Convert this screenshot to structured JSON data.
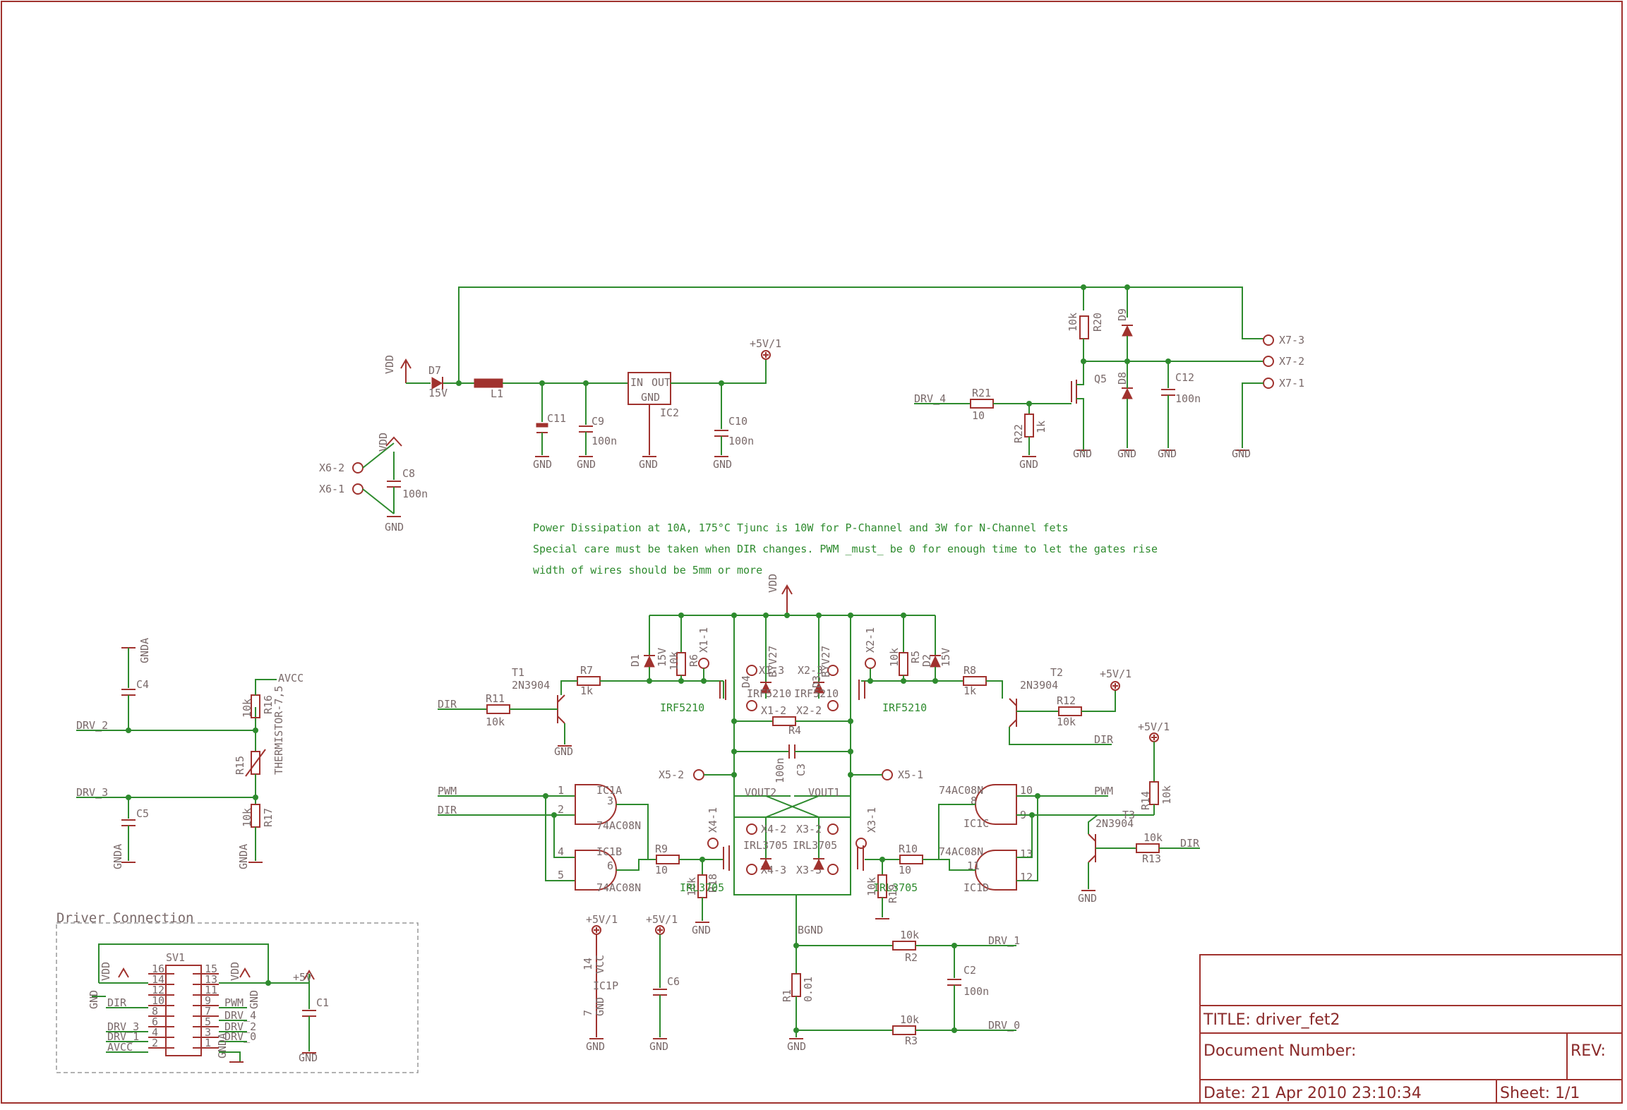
{
  "notes": [
    "Power Dissipation at 10A, 175°C Tjunc is 10W for P-Channel and 3W for N-Channel fets",
    "Special care must be taken when DIR changes. PWM _must_ be 0 for enough time to let the gates rise",
    "width of wires should be 5mm or more"
  ],
  "title_block": {
    "title": "TITLE:  driver_fet2",
    "doc_number": "Document Number:",
    "rev": "REV:",
    "date": "Date: 21 Apr 2010 23:10:34",
    "sheet": "Sheet: 1/1"
  },
  "group_box": {
    "label": "Driver Connection"
  },
  "power_section": {
    "vdd": "VDD",
    "d7": "D7",
    "d7_val": "15V",
    "l1": "L1",
    "c11": "C11",
    "c9": "C9",
    "c9_val": "100n",
    "ic2": "IC2",
    "ic2_in": "IN",
    "ic2_out": "OUT",
    "ic2_gnd": "GND",
    "plus5v": "+5V/1",
    "c10": "C10",
    "c10_val": "100n",
    "gnd": "GND"
  },
  "x6_section": {
    "x6_2": "X6-2",
    "x6_1": "X6-1",
    "vdd": "VDD",
    "c8": "C8",
    "c8_val": "100n",
    "gnd": "GND"
  },
  "x7_section": {
    "r20": "R20",
    "r20_val": "10k",
    "d9": "D9",
    "q5": "Q5",
    "d8": "D8",
    "c12": "C12",
    "c12_val": "100n",
    "drv4": "DRV_4",
    "r21": "R21",
    "r21_val": "10",
    "r22": "R22",
    "r22_val": "1k",
    "x7_3": "X7-3",
    "x7_2": "X7-2",
    "x7_1": "X7-1",
    "gnd": "GND"
  },
  "hbridge": {
    "vdd": "VDD",
    "d1": "D1",
    "d1_val": "15V",
    "r6": "R6",
    "r6_val": "10k",
    "x1_1": "X1-1",
    "r7": "R7",
    "r7_val": "1k",
    "t1": "T1",
    "t1_type": "2N3904",
    "r11": "R11",
    "r11_val": "10k",
    "dir": "DIR",
    "q1_type": "IRF5210",
    "gnd": "GND",
    "d2": "D2",
    "d2_val": "15V",
    "r5": "R5",
    "r5_val": "10k",
    "x2_1": "X2-1",
    "r8": "R8",
    "r8_val": "1k",
    "t2": "T2",
    "t2_type": "2N3904",
    "plus5v": "+5V/1",
    "r12": "R12",
    "r12_val": "10k",
    "q2_type": "IRF5210",
    "x1_3": "X1-3",
    "x2_3": "X2-3",
    "x1_2": "X1-2",
    "x2_2": "X2-2",
    "byv27a": "BYV27",
    "byv27b": "BYV27",
    "irf_a": "IRF5210",
    "irf_b": "IRF5210",
    "d4": "D4",
    "d3": "D3",
    "r4": "R4",
    "c3": "C3",
    "c3_val": "100n",
    "x5_2": "X5-2",
    "x5_1": "X5-1",
    "vout2": "VOUT2",
    "vout1": "VOUT1",
    "x4_1": "X4-1",
    "x4_2": "X4-2",
    "x4_3": "X4-3",
    "x3_1": "X3-1",
    "x3_2": "X3-2",
    "x3_3": "X3-3",
    "irl_a": "IRL3705",
    "irl_b": "IRL3705",
    "irl_c": "IRL3705",
    "irl_d": "IRL3705",
    "r9": "R9",
    "r9_val": "10",
    "r10": "R10",
    "r10_val": "10",
    "r18": "R18",
    "r18_val": "10k",
    "r19": "R19",
    "r19_val": "10k",
    "bgnd": "BGND",
    "r1": "R1",
    "r1_val": "0.01",
    "r2": "R2",
    "r2_val": "10k",
    "r3": "R3",
    "r3_val": "10k",
    "c2": "C2",
    "c2_val": "100n",
    "drv1": "DRV_1",
    "drv0": "DRV_0"
  },
  "logic": {
    "pwm": "PWM",
    "dir": "DIR",
    "ic1a": "IC1A",
    "ic1b": "IC1B",
    "ic1c": "IC1C",
    "ic1d": "IC1D",
    "part": "74AC08N",
    "t3": "T3",
    "t3_type": "2N3904",
    "r13": "R13",
    "r13_val": "10k",
    "r14": "R14",
    "r14_val": "10k",
    "plus5v": "+5V/1",
    "pins": [
      "1",
      "2",
      "3",
      "4",
      "5",
      "6",
      "8",
      "9",
      "10",
      "11",
      "12",
      "13"
    ]
  },
  "left_section": {
    "gnda": "GNDA",
    "c4": "C4",
    "c5": "C5",
    "drv2": "DRV_2",
    "drv3": "DRV_3",
    "r16": "R16",
    "r16_val": "10k",
    "r15": "R15",
    "r15_val": "THERMISTOR-7,5",
    "r17": "R17",
    "r17_val": "10k",
    "avcc": "AVCC"
  },
  "ic1p": {
    "plus5v": "+5V/1",
    "name": "IC1P",
    "vcc": "VCC",
    "gnd_pin": "GND",
    "pin14": "14",
    "pin7": "7",
    "c6": "C6",
    "gnd": "GND"
  },
  "connector": {
    "sv1": "SV1",
    "left_labels": [
      "VDD",
      "GND",
      "DIR",
      "DRV_3",
      "DRV_1",
      "AVCC"
    ],
    "right_labels": [
      "VDD",
      "GND",
      "PWM",
      "DRV_4",
      "DRV_2",
      "DRV_0"
    ],
    "left_pins": [
      "16",
      "14",
      "12",
      "10",
      "8",
      "6",
      "4",
      "2"
    ],
    "right_pins": [
      "15",
      "13",
      "11",
      "9",
      "7",
      "5",
      "3",
      "1"
    ],
    "plus5v": "+5V",
    "c1": "C1",
    "gnd": "GND",
    "gnda": "GNDA"
  }
}
